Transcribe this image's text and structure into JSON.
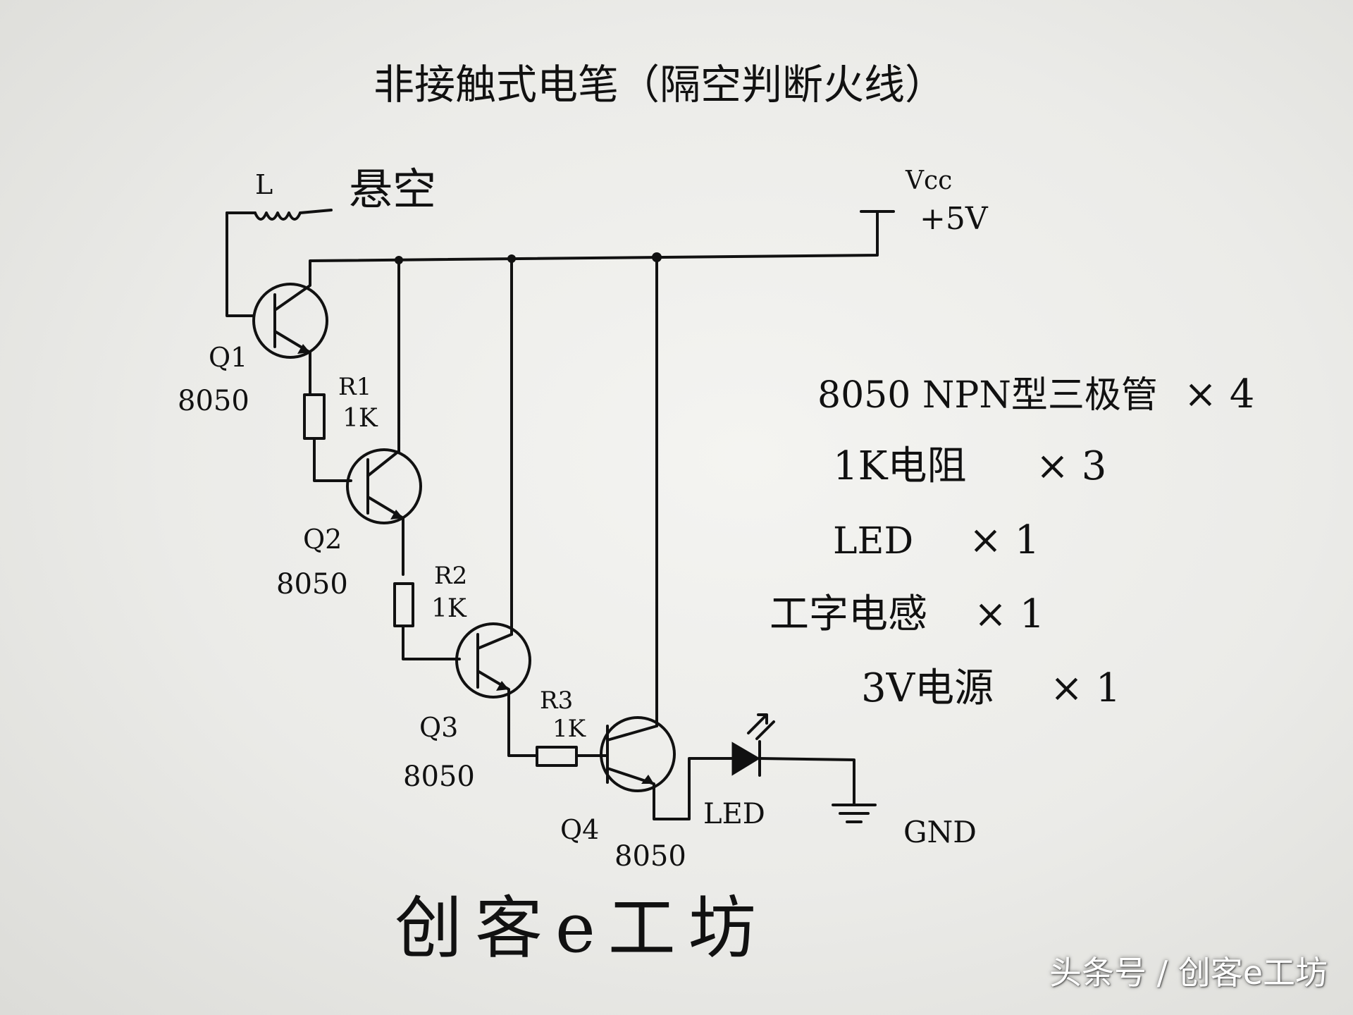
{
  "title": "非接触式电笔（隔空判断火线）",
  "labels": {
    "inductor": "L",
    "floating": "悬空",
    "vcc": "Vcc",
    "vcc_voltage": "+5V",
    "gnd": "GND",
    "led": "LED",
    "r1": "R1",
    "r1_value": "1K",
    "r2": "R2",
    "r2_value": "1K",
    "r3": "R3",
    "r3_value": "1K",
    "q1": "Q1",
    "q1_model": "8050",
    "q2": "Q2",
    "q2_model": "8050",
    "q3": "Q3",
    "q3_model": "8050",
    "q4": "Q4",
    "q4_model": "8050"
  },
  "parts_list": [
    {
      "item": "8050 NPN型三极管",
      "qty": "× 4"
    },
    {
      "item": "1K电阻",
      "qty": "× 3"
    },
    {
      "item": "LED",
      "qty": "× 1"
    },
    {
      "item": "工字电感",
      "qty": "× 1"
    },
    {
      "item": "3V电源",
      "qty": "× 1"
    }
  ],
  "signature": "创客e工坊",
  "watermark": "头条号 / 创客e工坊"
}
